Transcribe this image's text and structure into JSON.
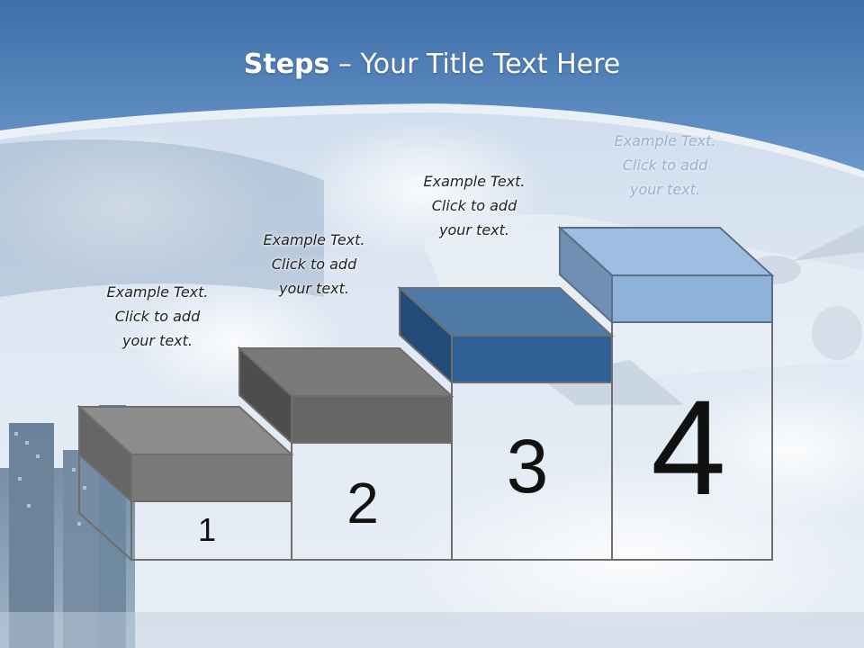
{
  "title": {
    "bold": "Steps",
    "rest": " – Your Title Text Here"
  },
  "steps": [
    {
      "number": "1",
      "caption": [
        "Example Text.",
        "Click  to add",
        "your text."
      ],
      "color": "#7a7a7a"
    },
    {
      "number": "2",
      "caption": [
        "Example Text.",
        "Click  to add",
        "your text."
      ],
      "color": "#666666"
    },
    {
      "number": "3",
      "caption": [
        "Example Text.",
        "Click  to add",
        "your text."
      ],
      "color": "#2f5f95"
    },
    {
      "number": "4",
      "caption": [
        "Example Text.",
        "Click  to add",
        "your text."
      ],
      "color": "#8fb2d9"
    }
  ],
  "colors": {
    "header_blue": "#4f80b8",
    "sky": "#dbe6f2",
    "outline": "#6e6e6e"
  }
}
